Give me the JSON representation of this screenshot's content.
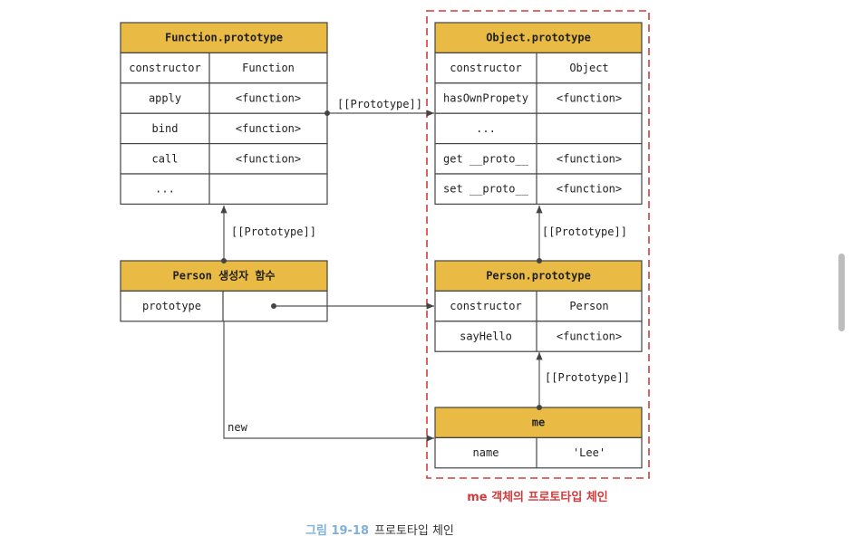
{
  "diagram": {
    "function_prototype": {
      "title": "Function.prototype",
      "rows": [
        [
          "constructor",
          "Function"
        ],
        [
          "apply",
          "<function>"
        ],
        [
          "bind",
          "<function>"
        ],
        [
          "call",
          "<function>"
        ],
        [
          "...",
          ""
        ]
      ]
    },
    "object_prototype": {
      "title": "Object.prototype",
      "rows": [
        [
          "constructor",
          "Object"
        ],
        [
          "hasOwnPropety",
          "<function>"
        ],
        [
          "...",
          ""
        ],
        [
          "get __proto__",
          "<function>"
        ],
        [
          "set __proto__",
          "<function>"
        ]
      ]
    },
    "person_constructor": {
      "title": "Person 생성자 함수",
      "rows": [
        [
          "prototype",
          ""
        ]
      ]
    },
    "person_prototype": {
      "title": "Person.prototype",
      "rows": [
        [
          "constructor",
          "Person"
        ],
        [
          "sayHello",
          "<function>"
        ]
      ]
    },
    "me": {
      "title": "me",
      "rows": [
        [
          "name",
          "'Lee'"
        ]
      ]
    },
    "labels": {
      "proto_func_to_object": "[[Prototype]]",
      "proto_person_to_func": "[[Prototype]]",
      "proto_personproto_to_object": "[[Prototype]]",
      "proto_me_to_personproto": "[[Prototype]]",
      "new": "new"
    },
    "chain_caption": "me 객체의 프로토타입 체인",
    "figure_number": "그림 19-18",
    "figure_title": "프로토타입 체인",
    "colors": {
      "header": "#e9bb45",
      "chain": "#d23b3b",
      "figure_number": "#7fb0d8"
    }
  }
}
